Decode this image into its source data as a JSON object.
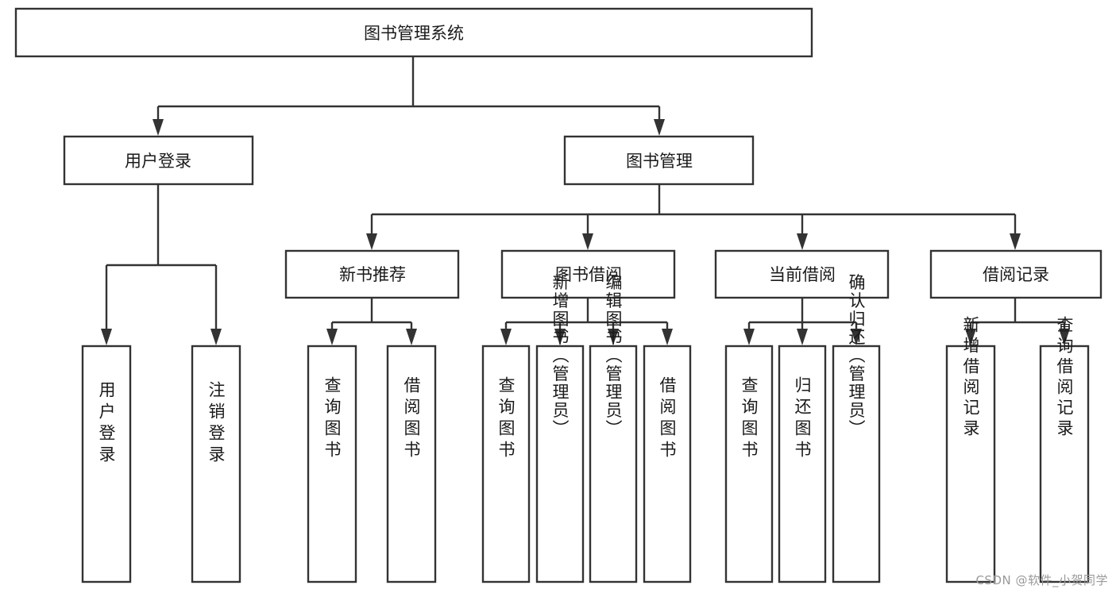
{
  "diagram": {
    "type": "hierarchy-tree",
    "title": "图书管理系统",
    "orientation": "top-down",
    "watermark": "CSDN @软件_小贺同学",
    "colors": {
      "box_fill": "#ffffff",
      "box_stroke": "#333333",
      "text": "#1a1a1a",
      "background": "#ffffff",
      "watermark": "#9a9a9a"
    },
    "levels": {
      "root": "图书管理系统",
      "level2": [
        "用户登录",
        "图书管理"
      ],
      "level3": [
        "新书推荐",
        "图书借阅",
        "当前借阅",
        "借阅记录"
      ]
    },
    "nodes": {
      "root": {
        "label": "图书管理系统"
      },
      "user_login": {
        "label": "用户登录"
      },
      "book_manage": {
        "label": "图书管理"
      },
      "new_book_rec": {
        "label": "新书推荐"
      },
      "book_borrow": {
        "label": "图书借阅"
      },
      "current_borrow": {
        "label": "当前借阅"
      },
      "borrow_record": {
        "label": "借阅记录"
      },
      "leaf_user_login": {
        "label": "用户登录"
      },
      "leaf_user_logout": {
        "label": "注销登录"
      },
      "leaf_query_book_1": {
        "label": "查询图书"
      },
      "leaf_borrow_book_1": {
        "label": "借阅图书"
      },
      "leaf_query_book_2": {
        "label": "查询图书"
      },
      "leaf_add_book": {
        "label": "新增图书（管理员）"
      },
      "leaf_edit_book": {
        "label": "编辑图书（管理员）"
      },
      "leaf_borrow_book_2": {
        "label": "借阅图书"
      },
      "leaf_query_book_3": {
        "label": "查询图书"
      },
      "leaf_return_book": {
        "label": "归还图书"
      },
      "leaf_confirm_return": {
        "label": "确认归还（管理员）"
      },
      "leaf_add_record": {
        "label": "新增借阅记录"
      },
      "leaf_query_record": {
        "label": "查询借阅记录"
      }
    },
    "edges": [
      {
        "from": "图书管理系统",
        "to": "用户登录"
      },
      {
        "from": "图书管理系统",
        "to": "图书管理"
      },
      {
        "from": "用户登录",
        "to": "用户登录"
      },
      {
        "from": "用户登录",
        "to": "注销登录"
      },
      {
        "from": "图书管理",
        "to": "新书推荐"
      },
      {
        "from": "图书管理",
        "to": "图书借阅"
      },
      {
        "from": "图书管理",
        "to": "当前借阅"
      },
      {
        "from": "图书管理",
        "to": "借阅记录"
      },
      {
        "from": "新书推荐",
        "to": "查询图书"
      },
      {
        "from": "新书推荐",
        "to": "借阅图书"
      },
      {
        "from": "图书借阅",
        "to": "查询图书"
      },
      {
        "from": "图书借阅",
        "to": "新增图书（管理员）"
      },
      {
        "from": "图书借阅",
        "to": "编辑图书（管理员）"
      },
      {
        "from": "图书借阅",
        "to": "借阅图书"
      },
      {
        "from": "当前借阅",
        "to": "查询图书"
      },
      {
        "from": "当前借阅",
        "to": "归还图书"
      },
      {
        "from": "当前借阅",
        "to": "确认归还（管理员）"
      },
      {
        "from": "借阅记录",
        "to": "新增借阅记录"
      },
      {
        "from": "借阅记录",
        "to": "查询借阅记录"
      }
    ]
  }
}
